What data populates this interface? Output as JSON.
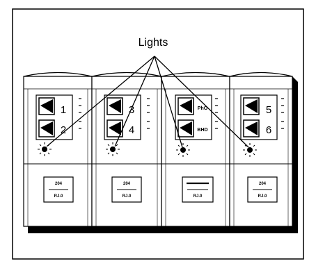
{
  "callout": {
    "label": "Lights"
  },
  "modules": [
    {
      "slots": [
        "1",
        "2"
      ],
      "label_lines": [
        "204",
        "",
        "RJ.0"
      ]
    },
    {
      "slots": [
        "3",
        "4"
      ],
      "label_lines": [
        "204",
        "",
        "RJ.0"
      ]
    },
    {
      "slots": [
        "PhG",
        "BHD"
      ],
      "label_lines": [
        "",
        "",
        "RJ.0"
      ]
    },
    {
      "slots": [
        "5",
        "6"
      ],
      "label_lines": [
        "204",
        "",
        "RJ.0"
      ]
    }
  ]
}
